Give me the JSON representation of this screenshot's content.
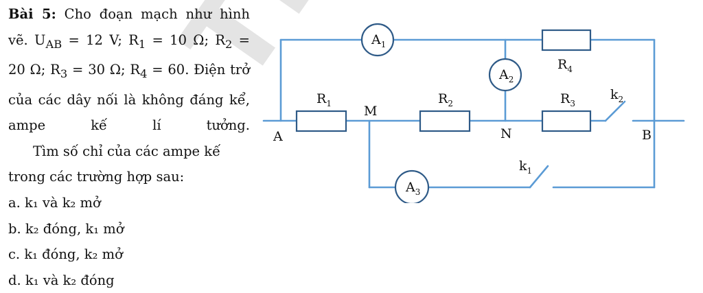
{
  "problem": {
    "heading": "Bài 5:",
    "intro": " Cho đoạn mạch như hình vẽ. U",
    "sub_ab": "AB",
    "after_uab": " = 12 V; R",
    "sub_1": "1",
    "after_r1": " = 10 Ω; R",
    "sub_2": "2",
    "after_r2": " = 20 Ω; R",
    "sub_3": "3",
    "after_r3": " = 30 Ω; R",
    "sub_4": "4",
    "after_r4": " = 60. Điện trở của các dây nối là không đáng kể, ampe kế lí tưởng.",
    "task": "Tìm số chỉ của các ampe kế trong các trường hợp sau:",
    "cases": [
      {
        "text": "a. k₁ và k₂ mở"
      },
      {
        "text": "b. k₂ đóng, k₁ mở"
      },
      {
        "text": "c. k₁ đóng, k₂ mở"
      },
      {
        "text": "d. k₁ và k₂ đóng"
      }
    ]
  },
  "watermark": "Thư",
  "circuit": {
    "node_a": "A",
    "node_b": "B",
    "node_m": "M",
    "node_n": "N",
    "resistors": [
      {
        "letter": "R",
        "index": "1"
      },
      {
        "letter": "R",
        "index": "2"
      },
      {
        "letter": "R",
        "index": "3"
      },
      {
        "letter": "R",
        "index": "4"
      }
    ],
    "ammeters": [
      {
        "letter": "A",
        "index": "1"
      },
      {
        "letter": "A",
        "index": "2"
      },
      {
        "letter": "A",
        "index": "3"
      }
    ],
    "switches": [
      {
        "letter": "k",
        "index": "1"
      },
      {
        "letter": "k",
        "index": "2"
      }
    ]
  },
  "colors": {
    "wire": "#5b9bd5",
    "component_stroke": "#2e5a87",
    "text": "#111111"
  }
}
